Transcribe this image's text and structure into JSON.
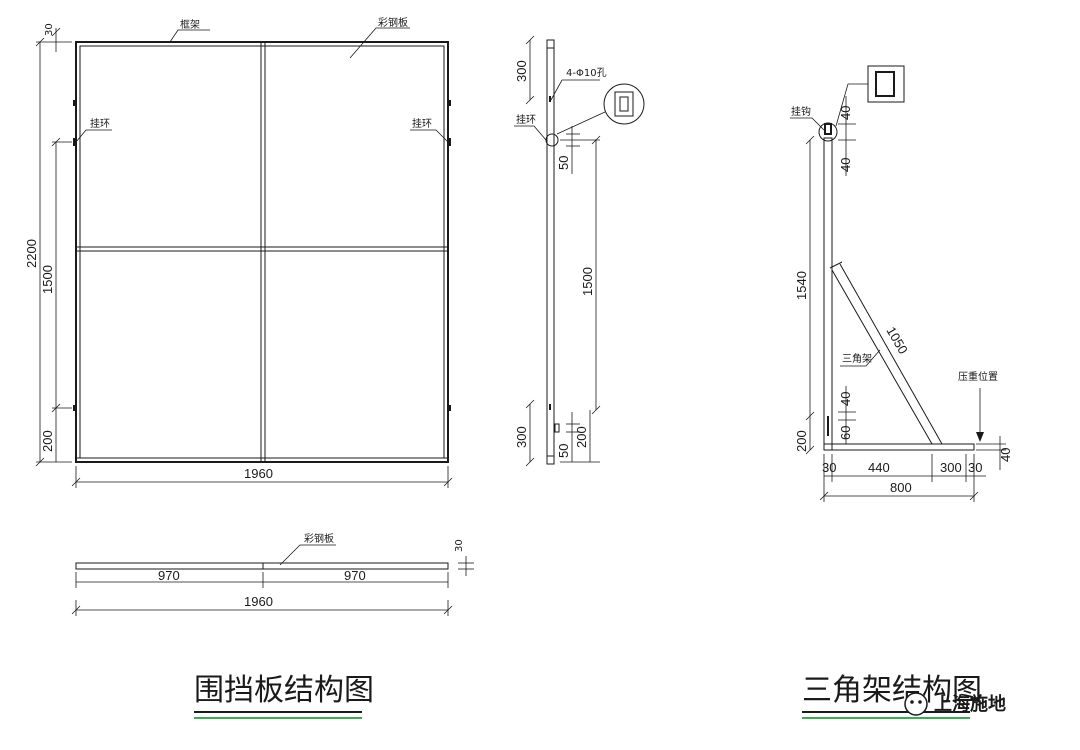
{
  "panel_front": {
    "label_frame": "框架",
    "label_steel": "彩钢板",
    "label_ring_left": "挂环",
    "label_ring_right": "挂环",
    "dim_30": "30",
    "dim_2200": "2200",
    "dim_1500": "1500",
    "dim_200": "200",
    "dim_1960": "1960"
  },
  "panel_side": {
    "label_holes": "4-Φ10孔",
    "label_ring": "挂环",
    "dim_300_top": "300",
    "dim_50_top": "50",
    "dim_1500": "1500",
    "dim_300_bottom": "300",
    "dim_50_bottom": "50",
    "dim_200": "200"
  },
  "panel_plan": {
    "label_steel": "彩钢板",
    "dim_970_left": "970",
    "dim_970_right": "970",
    "dim_1960": "1960",
    "dim_30": "30"
  },
  "bracket": {
    "label_hook": "挂钩",
    "label_triangle": "三角架",
    "label_weight": "压重位置",
    "dim_40_top_a": "40",
    "dim_40_top_b": "40",
    "dim_1540": "1540",
    "dim_1050": "1050",
    "dim_40_low": "40",
    "dim_60": "60",
    "dim_200": "200",
    "dim_40_right": "40",
    "dim_30_left": "30",
    "dim_440": "440",
    "dim_300": "300",
    "dim_30_right": "30",
    "dim_800": "800"
  },
  "titles": {
    "left": "围挡板结构图",
    "right": "三角架结构图"
  },
  "watermark": {
    "text": "上海施地"
  }
}
